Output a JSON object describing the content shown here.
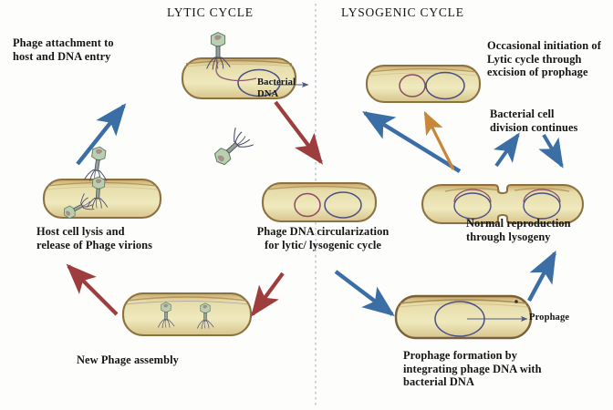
{
  "diagram": {
    "title_left": "LYTIC CYCLE",
    "title_right": "LYSOGENIC CYCLE",
    "divider": "dashed-vertical-line",
    "colors": {
      "blue_arrow": "#3a6ea5",
      "red_arrow": "#9e3d3d",
      "orange_arrow": "#c8873a",
      "cell_wall": "#9a7c46",
      "cell_body": "#eee8b8",
      "phage_head": "#b9cfb0",
      "phage_tail": "#4a4a6a",
      "bacterial_dna": "#4a4f85",
      "phage_dna": "#8d4a66",
      "text": "#151515"
    }
  },
  "labels": {
    "phage_attachment": "Phage attachment to\nhost and DNA entry",
    "bacterial_dna": "Bacterial\nDNA",
    "host_cell_lysis": "Host cell lysis and\nrelease of Phage virions",
    "phage_dna_circularization": "Phage DNA circularization\nfor lytic/ lysogenic cycle",
    "new_phage_assembly": "New Phage assembly",
    "occasional_initiation": "Occasional initiation of\nLytic cycle through\nexcision of prophage",
    "bacterial_cell_division": "Bacterial cell\ndivision continues",
    "normal_reproduction": "Normal reproduction\nthrough lysogeny",
    "prophage": "Prophage",
    "prophage_formation": "Prophage formation by\nintegrating phage DNA with\nbacterial DNA"
  },
  "stages": {
    "lytic": [
      {
        "id": "attachment",
        "name": "Phage attached to host bacterium, DNA entering"
      },
      {
        "id": "circularization",
        "name": "Bacterium with circular phage DNA and bacterial DNA"
      },
      {
        "id": "assembly",
        "name": "Bacterium containing newly assembled phage virions"
      },
      {
        "id": "lysis",
        "name": "Bacterium lysing and releasing phage virions"
      }
    ],
    "lysogenic": [
      {
        "id": "induction",
        "name": "Bacterium with excised prophage and bacterial DNA"
      },
      {
        "id": "division",
        "name": "Dividing bacterium, two daughter cells with DNA"
      },
      {
        "id": "prophage",
        "name": "Bacterium with prophage integrated into bacterial DNA"
      }
    ]
  },
  "arrows": [
    {
      "id": "lysis-to-attachment",
      "color": "blue",
      "from": "lysis",
      "to": "attachment"
    },
    {
      "id": "attachment-to-circularization",
      "color": "red",
      "from": "attachment",
      "to": "circularization"
    },
    {
      "id": "circularization-to-assembly",
      "color": "red",
      "from": "circularization",
      "to": "assembly"
    },
    {
      "id": "assembly-to-lysis",
      "color": "red",
      "from": "assembly",
      "to": "lysis"
    },
    {
      "id": "circularization-to-prophage",
      "color": "blue",
      "from": "circularization",
      "to": "prophage"
    },
    {
      "id": "prophage-to-division",
      "color": "blue",
      "from": "prophage",
      "to": "division"
    },
    {
      "id": "division-to-induction",
      "color": "blue",
      "from": "division",
      "to": "induction"
    },
    {
      "id": "induction-to-lytic",
      "color": "orange",
      "from": "induction",
      "to": "lytic-cycle"
    },
    {
      "id": "division-loop",
      "color": "blue",
      "from": "division",
      "to": "division"
    }
  ]
}
